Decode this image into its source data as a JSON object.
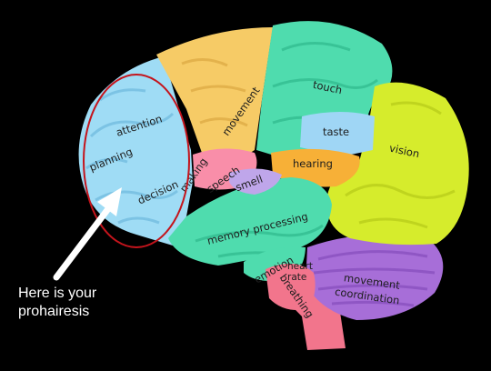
{
  "labels": {
    "attention": "attention",
    "planning": "planning",
    "decision": "decision",
    "making": "making",
    "movement": "movement",
    "touch": "touch",
    "taste": "taste",
    "vision": "vision",
    "speech": "speech",
    "smell": "smell",
    "hearing": "hearing",
    "memory_processing": "memory processing",
    "emotion": "emotion",
    "heart": "heart",
    "rate": "rate",
    "breathing": "breathing",
    "movement_coordination_1": "movement",
    "movement_coordination_2": "coordination"
  },
  "annotation": {
    "line1": "Here is your",
    "line2": "prohairesis"
  },
  "colors": {
    "background": "#000000",
    "frontal": "#9fdcf5",
    "motor": "#f6cb66",
    "parietal": "#4fdcae",
    "occipital": "#d6ec2c",
    "taste": "#9fd6f5",
    "hearing": "#f7b037",
    "temporal": "#4fdcae",
    "speech": "#f98ea9",
    "smell": "#bfa6ea",
    "brainstem": "#f2758c",
    "cerebellum": "#a76ed8",
    "circle": "#c4141c",
    "arrow": "#ffffff"
  }
}
